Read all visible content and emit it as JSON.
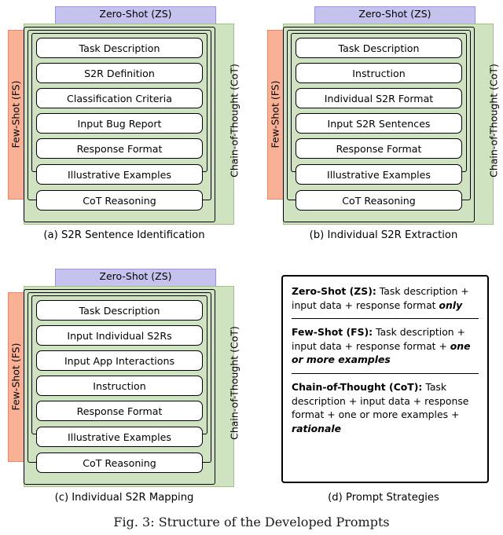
{
  "figure": {
    "caption": "Fig. 3: Structure of the Developed Prompts"
  },
  "labels": {
    "zero_shot": "Zero-Shot (ZS)",
    "few_shot": "Few-Shot (FS)",
    "cot": "Chain-of-Thought (CoT)"
  },
  "panels": [
    {
      "id": "a",
      "caption": "(a) S2R Sentence Identification",
      "items": [
        "Task Description",
        "S2R Definition",
        "Classification Criteria",
        "Input Bug Report",
        "Response Format",
        "Illustrative Examples",
        "CoT Reasoning"
      ]
    },
    {
      "id": "b",
      "caption": "(b) Individual S2R Extraction",
      "items": [
        "Task Description",
        "Instruction",
        "Individual S2R Format",
        "Input S2R Sentences",
        "Response Format",
        "Illustrative Examples",
        "CoT Reasoning"
      ]
    },
    {
      "id": "c",
      "caption": "(c) Individual S2R Mapping",
      "items": [
        "Task Description",
        "Input Individual S2Rs",
        "Input App Interactions",
        "Instruction",
        "Response Format",
        "Illustrative Examples",
        "CoT Reasoning"
      ]
    }
  ],
  "strategies": {
    "caption": "(d) Prompt Strategies",
    "entries": [
      {
        "term": "Zero-Shot (ZS):",
        "body_before": " Task description + input data + response format ",
        "emphasis": "only",
        "body_after": ""
      },
      {
        "term": "Few-Shot (FS):",
        "body_before": " Task description + input data + response format + ",
        "emphasis": "one or more examples",
        "body_after": ""
      },
      {
        "term": "Chain-of-Thought (CoT):",
        "body_before": " Task description + input data + response format + one or more examples + ",
        "emphasis": "rationale",
        "body_after": ""
      }
    ]
  },
  "colors": {
    "zero_shot_fill": "#c5c2ee",
    "few_shot_fill": "#f8b195",
    "cot_fill": "#cfe3c0",
    "outline": "#000000",
    "background": "#ffffff"
  }
}
